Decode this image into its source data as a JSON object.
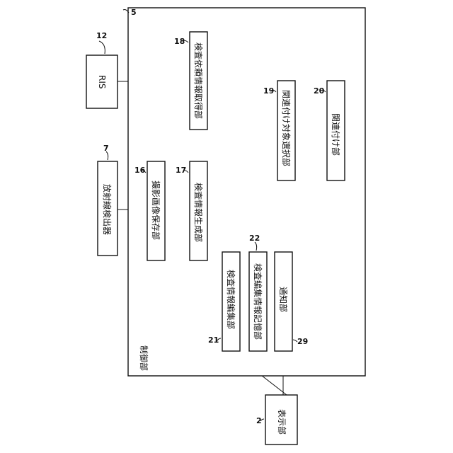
{
  "diagram": {
    "control_unit": {
      "label": "制御部",
      "ref": "5"
    },
    "blocks": {
      "ris": {
        "label": "RIS",
        "ref": "12"
      },
      "detector": {
        "label": "放射線検出器",
        "ref": "7"
      },
      "display": {
        "label": "表示部",
        "ref": "2"
      },
      "exam_request_acq": {
        "label": "検査依頼情報取得部",
        "ref": "18"
      },
      "image_storage": {
        "label": "撮影画像保存部",
        "ref": "16"
      },
      "exam_info_gen": {
        "label": "検査情報生成部",
        "ref": "17"
      },
      "target_select": {
        "label": "関連付け対象選択部",
        "ref": "19"
      },
      "association": {
        "label": "関連付け部",
        "ref": "20"
      },
      "exam_edit": {
        "label": "検査情報編集部",
        "ref": "21"
      },
      "edit_storage": {
        "label": "検査編集情報記憶部",
        "ref": "22"
      },
      "notify": {
        "label": "通知部",
        "ref": "29"
      }
    }
  }
}
